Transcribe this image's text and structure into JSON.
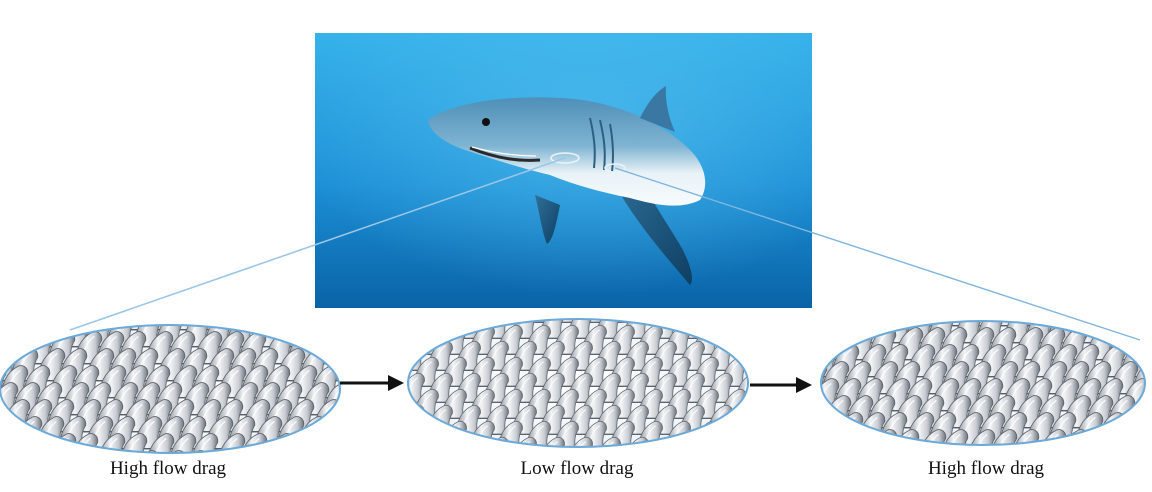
{
  "captions": {
    "left": "High flow drag",
    "middle": "Low flow drag",
    "right": "High flow drag"
  },
  "panels": [
    {
      "id": "left",
      "state": "dense-overlapping",
      "caption_ref": "captions.left"
    },
    {
      "id": "middle",
      "state": "aligned-riblets",
      "caption_ref": "captions.middle"
    },
    {
      "id": "right",
      "state": "dense-overlapping",
      "caption_ref": "captions.right"
    }
  ],
  "icons": {
    "photo": "shark-photo",
    "arrow": "arrow-right-icon",
    "scale": "dermal-denticle-icon"
  },
  "colors": {
    "water_light": "#36b2ea",
    "water_dark": "#0a63a6",
    "ellipse_rim": "#6aa9d8",
    "scale_light": "#f2f4f6",
    "scale_dark": "#8a9098",
    "arrow": "#111111"
  }
}
